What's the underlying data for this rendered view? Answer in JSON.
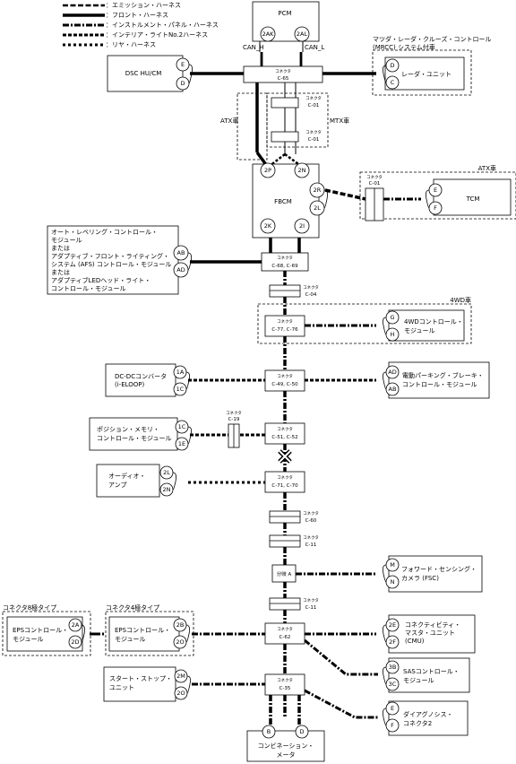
{
  "legend": [
    {
      "label": "：エミッション・ハーネス",
      "style": "emission"
    },
    {
      "label": "：フロント・ハーネス",
      "style": "front"
    },
    {
      "label": "：インストルメント・パネル・ハーネス",
      "style": "instrument"
    },
    {
      "label": "：インテリア・ライトNo.2ハーネス",
      "style": "interior"
    },
    {
      "label": "：リヤ・ハーネス",
      "style": "rear"
    }
  ],
  "modules": {
    "pcm": {
      "name": "PCM",
      "pins": [
        "2AK",
        "2AL"
      ],
      "can_h": "CAN_H",
      "can_l": "CAN_L"
    },
    "dsc": {
      "name": "DSC HU/CM",
      "pins": [
        "E",
        "D"
      ]
    },
    "mrcc": {
      "group": "マツダ・レーダ・クルーズ・コントロール (MRCC) システム付車",
      "group_lines": [
        "マツダ・レーダ・クルーズ・コントロール",
        "(MRCC) システム付車"
      ],
      "name": "レーダ・ユニット",
      "pins": [
        "D",
        "C"
      ]
    },
    "fbcm": {
      "name": "FBCM",
      "pins": [
        "2P",
        "2N",
        "2R",
        "2L",
        "2K",
        "2I"
      ]
    },
    "tcm": {
      "group": "ATX車",
      "name": "TCM",
      "pins": [
        "E",
        "F"
      ],
      "connector_word": "コネクタ",
      "connector": "C-01"
    },
    "lighting": {
      "lines": [
        "オート・レベリング・コントロール・",
        "モジュール",
        "または",
        "アダプティブ・フロント・ライティング・",
        "システム (AFS) コントロール・モジュール",
        "または",
        "アダプティブLEDヘッド・ライト・",
        "コントロール・モジュール"
      ],
      "pins": [
        "AB",
        "AD"
      ]
    },
    "fourwd": {
      "group": "4WD車",
      "name_lines": [
        "4WDコントロール・",
        "モジュール"
      ],
      "pins": [
        "G",
        "H"
      ]
    },
    "dcdc": {
      "name_lines": [
        "DC-DCコンバータ",
        "(i-ELOOP)"
      ],
      "pins": [
        "1A",
        "1C"
      ]
    },
    "epb": {
      "name_lines": [
        "電動パーキング・ブレーキ・",
        "コントロール・モジュール"
      ],
      "pins": [
        "AD",
        "AB"
      ]
    },
    "memory": {
      "name_lines": [
        "ポジション・メモリ・",
        "コントロール・モジュール"
      ],
      "pins": [
        "1C",
        "1E"
      ],
      "connector_word": "コネクタ",
      "connector": "C-19"
    },
    "audio": {
      "name_lines": [
        "オーディオ・",
        "アンプ"
      ],
      "pins": [
        "2L",
        "2N"
      ]
    },
    "fsc": {
      "name_lines": [
        "フォワード・センシング・",
        "カメラ (FSC)"
      ],
      "pins": [
        "M",
        "N"
      ]
    },
    "eps8": {
      "group": "コネクタ8極タイプ",
      "name_lines": [
        "EPSコントロール・",
        "モジュール"
      ],
      "pins": [
        "2A",
        "2D"
      ]
    },
    "eps4": {
      "group": "コネクタ4極タイプ",
      "name_lines": [
        "EPSコントロール・",
        "モジュール"
      ],
      "pins": [
        "2B",
        "2O"
      ]
    },
    "cmu": {
      "name_lines": [
        "コネクティビティ・",
        "マスタ・ユニット",
        "(CMU)"
      ],
      "pins": [
        "2E",
        "2F"
      ]
    },
    "sas": {
      "name_lines": [
        "SASコントロール・",
        "モジュール"
      ],
      "pins": [
        "3B",
        "3C"
      ]
    },
    "startstop": {
      "name_lines": [
        "スタート・ストップ・",
        "ユニット"
      ],
      "pins": [
        "2M",
        "2O"
      ]
    },
    "dlc": {
      "name_lines": [
        "ダイアグノシス・",
        "コネクタ2"
      ],
      "pins": [
        "E",
        "F"
      ]
    },
    "meter": {
      "name_lines": [
        "コンビネーション・",
        "メータ"
      ],
      "pins": [
        "B",
        "D"
      ]
    }
  },
  "connectors": {
    "word": "コネクタ",
    "c65": "C-65",
    "c01": "C-01",
    "c6869": "C-68, C-69",
    "c04": "C-04",
    "c7776": "C-77, C-76",
    "c4950": "C-49, C-50",
    "c5152": "C-51, C-52",
    "c7170": "C-71, C-70",
    "c60": "C-60",
    "c11": "C-11",
    "c62": "C-62",
    "c35": "C-35",
    "branch": "分岐 A"
  },
  "labels": {
    "atx": "ATX車",
    "mtx": "MTX車"
  }
}
